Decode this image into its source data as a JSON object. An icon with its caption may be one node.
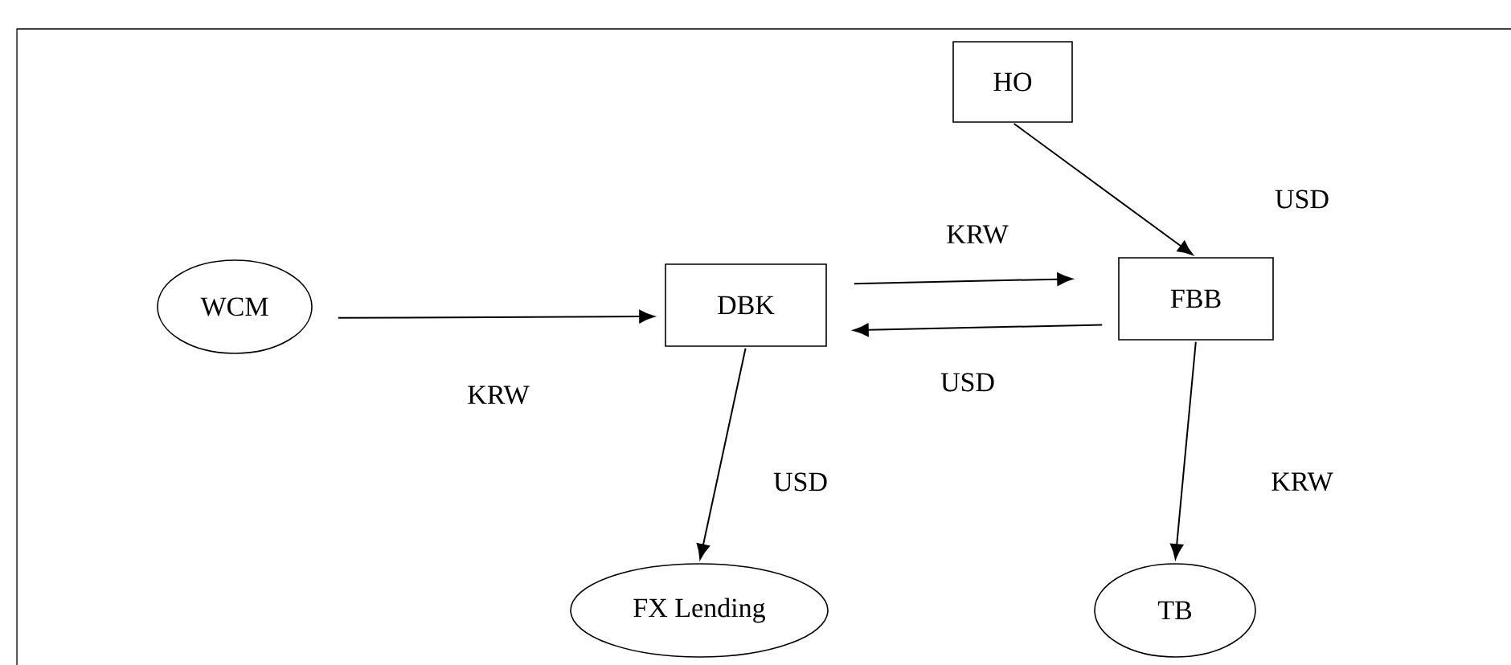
{
  "diagram": {
    "nodes": [
      {
        "text": [
          "HO"
        ]
      },
      {
        "text": [
          "WCM"
        ]
      },
      {
        "text": [
          "DBK"
        ]
      },
      {
        "text": [
          "FBB"
        ]
      },
      {
        "text": [
          "FX Lending"
        ]
      },
      {
        "text": [
          "TB"
        ]
      }
    ],
    "edges": [
      {
        "from": 1,
        "to": 2,
        "arrow": "to",
        "label": "KRW"
      },
      {
        "from": 2,
        "to": 3,
        "arrow": "to",
        "label": "KRW"
      },
      {
        "from": 3,
        "to": 2,
        "arrow": "to",
        "label": "USD"
      },
      {
        "from": 0,
        "to": 3,
        "arrow": "to",
        "label": "USD"
      },
      {
        "from": 2,
        "to": 4,
        "arrow": "to",
        "label": "USD"
      },
      {
        "from": 3,
        "to": 5,
        "arrow": "to",
        "label": "KRW"
      }
    ]
  }
}
